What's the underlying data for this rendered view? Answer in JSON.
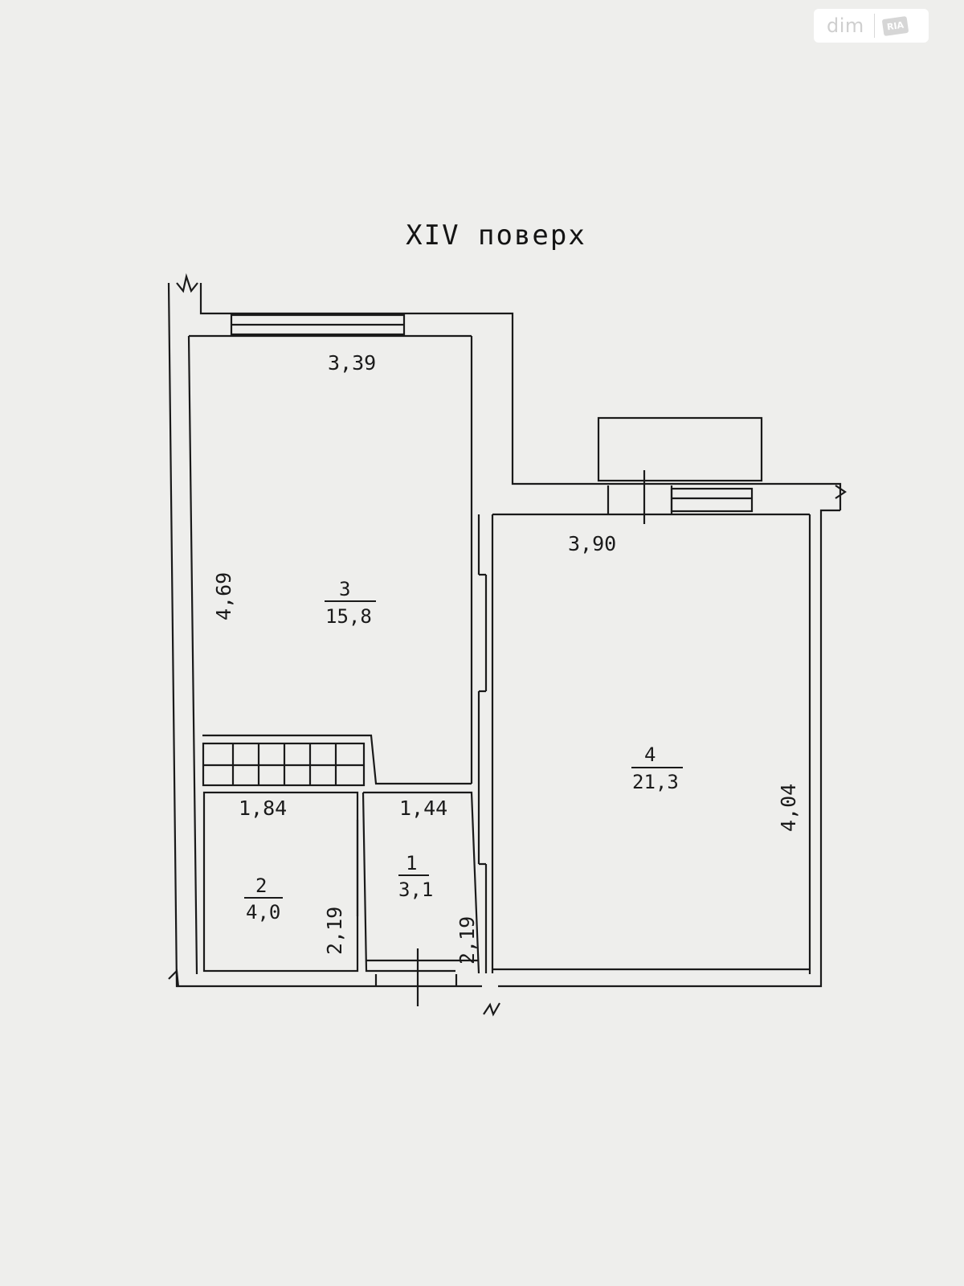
{
  "watermark": {
    "text": "dim",
    "logo_text": "RIA"
  },
  "title": "XIV поверх",
  "rooms": [
    {
      "number": "1",
      "area": "3,1",
      "width": "1,44",
      "depth": "2,19"
    },
    {
      "number": "2",
      "area": "4,0",
      "width": "1,84",
      "depth": "2,19"
    },
    {
      "number": "3",
      "area": "15,8",
      "width": "3,39",
      "depth": "4,69"
    },
    {
      "number": "4",
      "area": "21,3",
      "width": "3,90",
      "depth": "4,04"
    }
  ],
  "colors": {
    "background": "#eeeeec",
    "line": "#1a1a1a"
  }
}
